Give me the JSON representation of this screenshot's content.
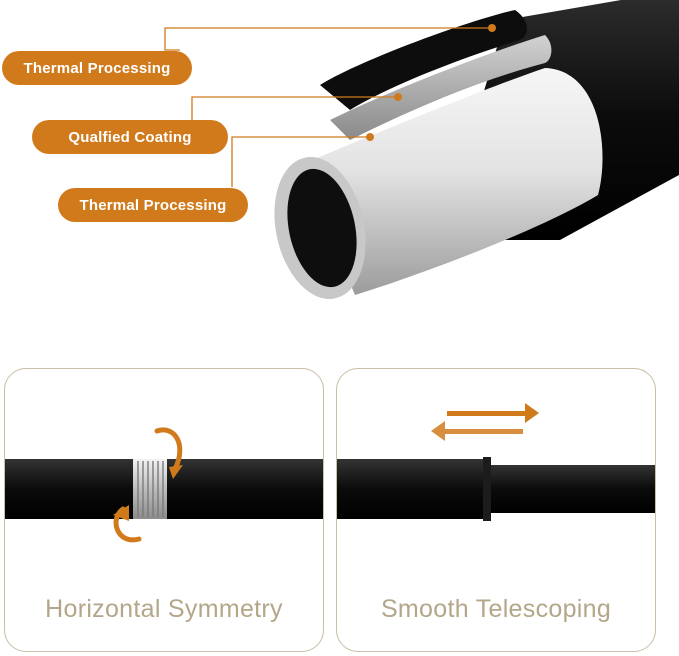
{
  "colors": {
    "accent": "#d17a1c",
    "pipe": "#111111",
    "metal": "#d9d9d9",
    "caption": "#b3a689",
    "panel_border": "#c9bfa6"
  },
  "layers": {
    "outer_label": "Thermal Processing",
    "middle_label": "Qualfied Coating",
    "inner_label": "Thermal Processing"
  },
  "panels": {
    "left": {
      "caption": "Horizontal Symmetry",
      "icon": "rotate-arrows-icon"
    },
    "right": {
      "caption": "Smooth Telescoping",
      "icon": "slide-arrows-icon"
    }
  }
}
